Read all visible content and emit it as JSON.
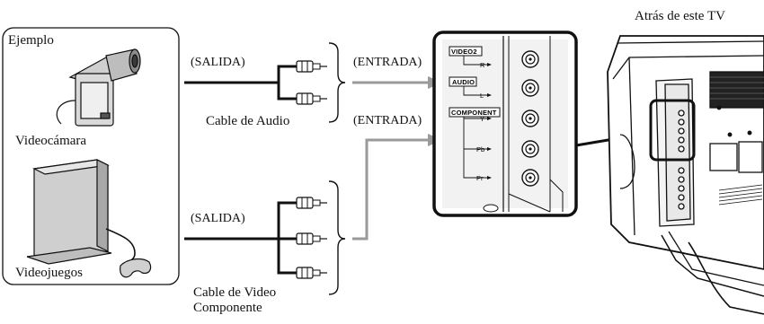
{
  "example_box": {
    "title": "Ejemplo",
    "devices": [
      {
        "label": "Videocámara",
        "icon": "camcorder-icon"
      },
      {
        "label": "Videojuegos",
        "icon": "game-console-icon"
      }
    ]
  },
  "cables": {
    "audio": {
      "out_label": "(SALIDA)",
      "in_label": "(ENTRADA)",
      "caption": "Cable de Audio"
    },
    "component": {
      "out_label": "(SALIDA)",
      "in_label": "(ENTRADA)",
      "caption_line1": "Cable de Video",
      "caption_line2": "Componente"
    }
  },
  "tv": {
    "caption": "Atrás de este TV"
  },
  "panel": {
    "video2_tag": "VIDEO2",
    "audio_tag": "AUDIO",
    "component_tag": "COMPONENT",
    "jacks": [
      "R",
      "L",
      "Y",
      "Pb",
      "Pr"
    ]
  },
  "colors": {
    "line": "#111111",
    "arrow": "#9a9a9a",
    "panel_bg": "#f2f2f2"
  }
}
